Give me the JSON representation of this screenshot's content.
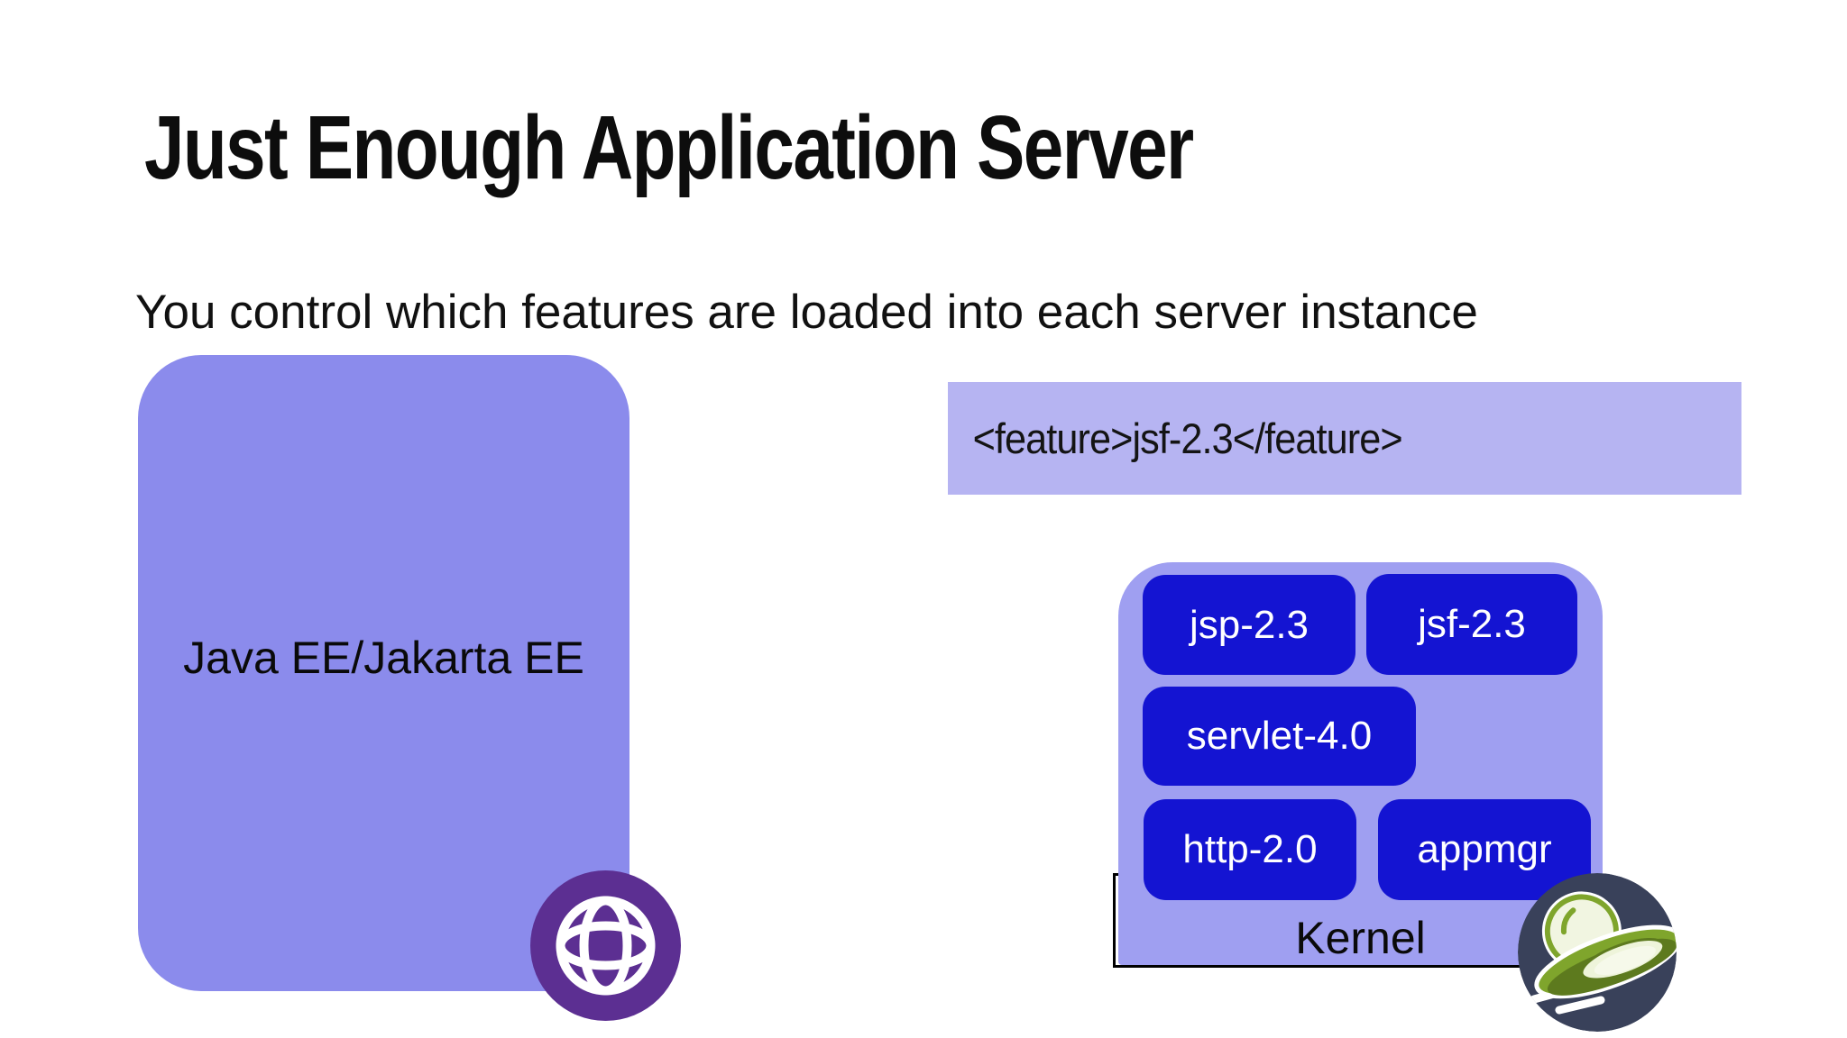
{
  "slide": {
    "title": "Just Enough Application Server",
    "subtitle": "You control which features are loaded into each server instance",
    "java_box": {
      "label": "Java EE/Jakarta EE"
    },
    "feature_banner": {
      "code": "<feature>jsf-2.3</feature>"
    },
    "kernel": {
      "label": "Kernel",
      "features": [
        "jsp-2.3",
        "jsf-2.3",
        "servlet-4.0",
        "http-2.0",
        "appmgr"
      ]
    },
    "icons": {
      "globe": "globe-icon",
      "logo": "open-liberty-ufo-logo"
    },
    "colors": {
      "java_box_purple": "#8b8bec",
      "kernel_box_purple": "#9f9ff1",
      "banner_lavender": "#b6b4f2",
      "feature_tile_blue": "#1414d2",
      "globe_purple": "#5c2f92",
      "logo_navy": "#39415a",
      "logo_green": "#7fa52c",
      "logo_green_dark": "#5d7a1e",
      "logo_cream": "#f1f5e1",
      "outline_black": "#000000",
      "text_black": "#0d0d0d",
      "tile_text_white": "#ffffff"
    }
  }
}
